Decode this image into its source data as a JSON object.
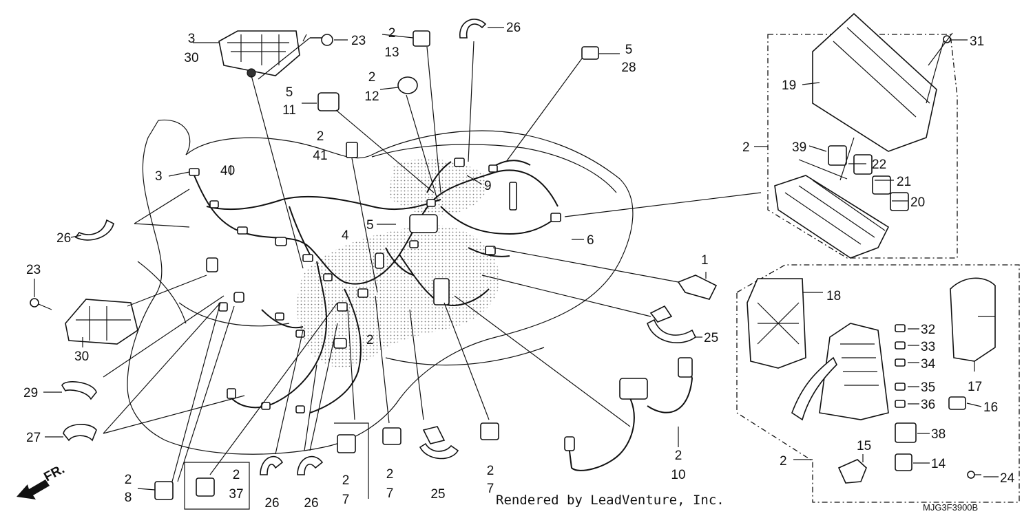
{
  "callouts": {
    "c1": {
      "top": "3",
      "bottom": "30"
    },
    "c2": {
      "text": "23"
    },
    "c3": {
      "top": "2",
      "bottom": "13"
    },
    "c4": {
      "text": "26"
    },
    "c5": {
      "top": "5",
      "bottom": "28"
    },
    "c6": {
      "text": "31"
    },
    "c7": {
      "top": "2",
      "bottom": "12"
    },
    "c8": {
      "top": "5",
      "bottom": "11"
    },
    "c9": {
      "text": "19"
    },
    "c10": {
      "top": "2",
      "bottom": "41"
    },
    "c11": {
      "text": "2"
    },
    "c12": {
      "text": "39"
    },
    "c13": {
      "text": "22"
    },
    "c14": {
      "text": "21"
    },
    "c15": {
      "text": "20"
    },
    "c16": {
      "text": "3"
    },
    "c17": {
      "text": "40"
    },
    "c18": {
      "text": "9"
    },
    "c19": {
      "text": "26"
    },
    "c20": {
      "text": "4"
    },
    "c21": {
      "text": "5"
    },
    "c22": {
      "text": "6"
    },
    "c23": {
      "text": "23"
    },
    "c24": {
      "text": "1"
    },
    "c25": {
      "text": "18"
    },
    "c26": {
      "text": "30"
    },
    "c27": {
      "text": "25"
    },
    "c28": {
      "text": "32"
    },
    "c29": {
      "text": "33"
    },
    "c30": {
      "text": "34"
    },
    "c31": {
      "text": "35"
    },
    "c32": {
      "text": "36"
    },
    "c33": {
      "text": "17"
    },
    "c34": {
      "text": "16"
    },
    "c35": {
      "text": "29"
    },
    "c36": {
      "text": "2"
    },
    "c37": {
      "text": "27"
    },
    "c38": {
      "text": "38"
    },
    "c39": {
      "text": "15"
    },
    "c40": {
      "text": "2"
    },
    "c41": {
      "text": "14"
    },
    "c42": {
      "text": "24"
    },
    "c43": {
      "top": "2",
      "bottom": "10"
    },
    "c44": {
      "top": "2",
      "bottom": "8"
    },
    "c45": {
      "top": "2",
      "bottom": "37"
    },
    "c46": {
      "text": "26"
    },
    "c47": {
      "text": "26"
    },
    "c48": {
      "top": "2",
      "bottom": "7"
    },
    "c49": {
      "top": "2",
      "bottom": "7"
    },
    "c50": {
      "text": "25"
    },
    "c51": {
      "top": "2",
      "bottom": "7"
    }
  },
  "front_arrow": "FR.",
  "credit": "Rendered by LeadVenture, Inc.",
  "diagram_code": "MJG3F3900B"
}
